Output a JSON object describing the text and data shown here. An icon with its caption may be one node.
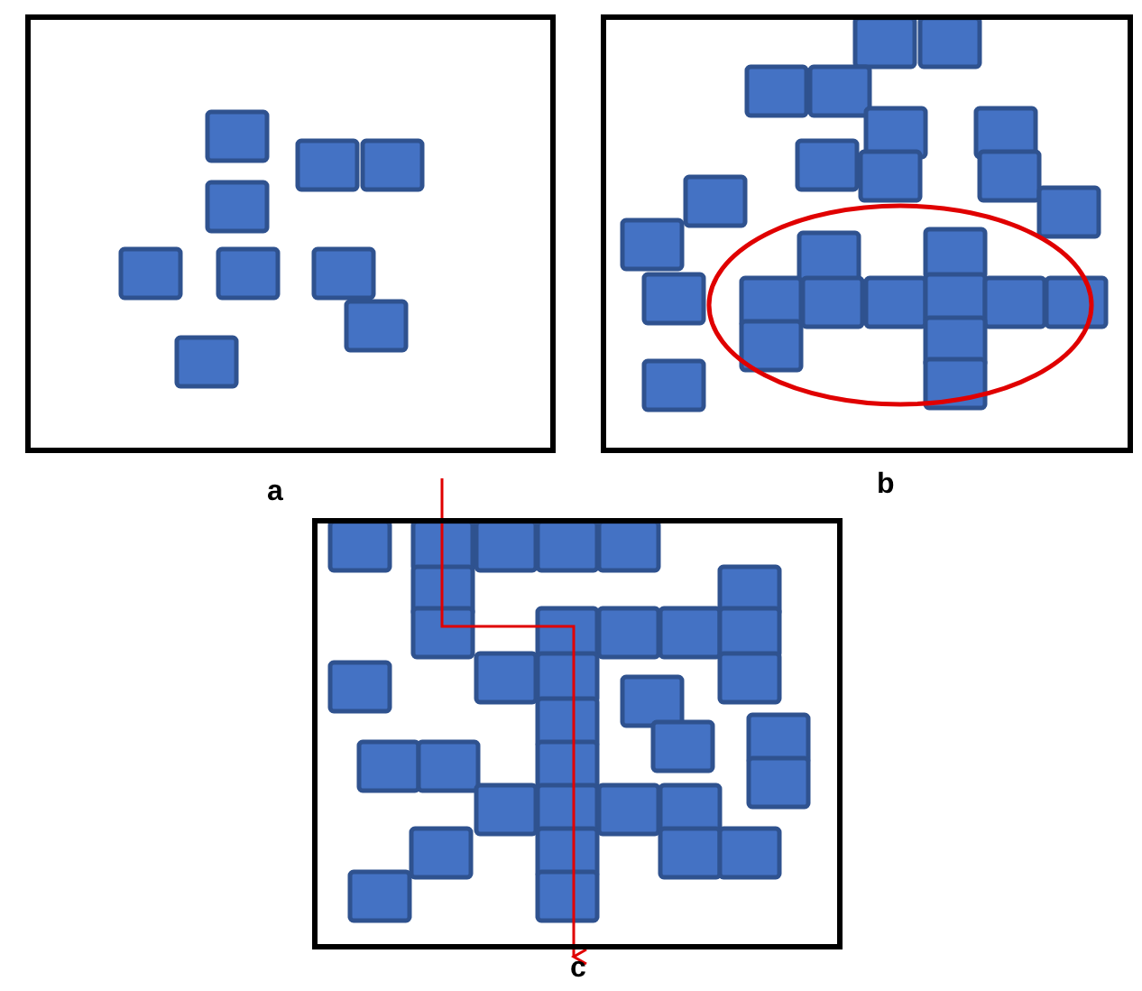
{
  "diagram": {
    "nodes": [
      {
        "text": [],
        "shape": "box",
        "beside": [
          "a"
        ]
      },
      {
        "text": [],
        "shape": "box",
        "beside": [
          "b"
        ]
      },
      {
        "text": [],
        "shape": "box",
        "beside": [
          "c"
        ]
      }
    ]
  }
}
